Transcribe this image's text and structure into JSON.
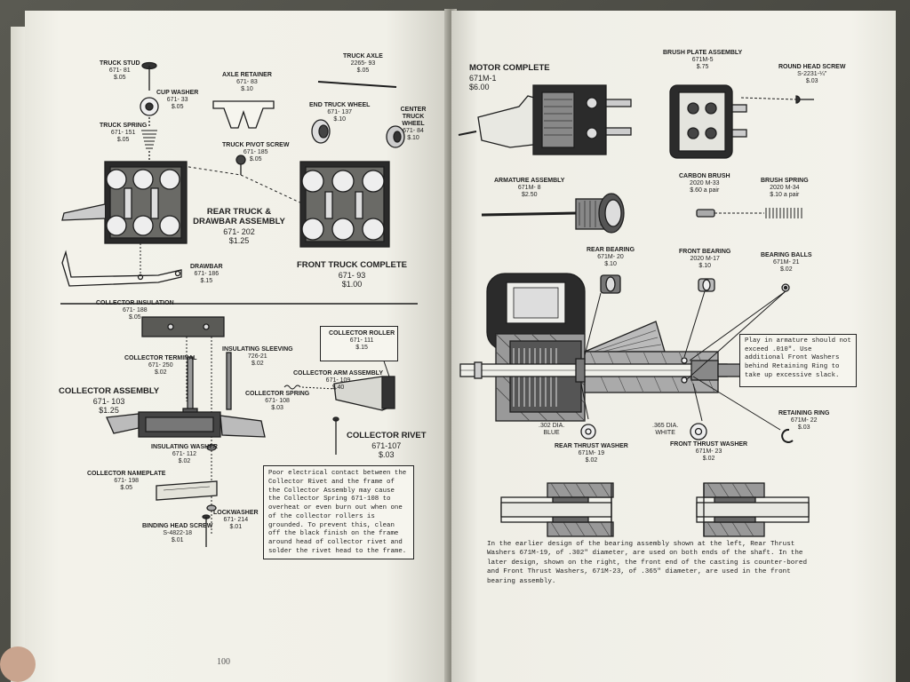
{
  "left_page": {
    "page_number": "100",
    "parts": {
      "truck_stud": {
        "name": "TRUCK STUD",
        "number": "671- 81",
        "price": "$.05"
      },
      "cup_washer": {
        "name": "CUP WASHER",
        "number": "671- 33",
        "price": "$.05"
      },
      "truck_spring": {
        "name": "TRUCK SPRING",
        "number": "671- 151",
        "price": "$.05"
      },
      "axle_retainer": {
        "name": "AXLE RETAINER",
        "number": "671- 83",
        "price": "$.10"
      },
      "truck_axle": {
        "name": "TRUCK AXLE",
        "number": "2265- 93",
        "price": "$.05"
      },
      "end_truck_wheel": {
        "name": "END TRUCK WHEEL",
        "number": "671- 137",
        "price": "$.10"
      },
      "center_truck_wheel": {
        "name": "CENTER TRUCK WHEEL",
        "number": "671- 84",
        "price": "$.10"
      },
      "truck_pivot_screw": {
        "name": "TRUCK PIVOT SCREW",
        "number": "671- 185",
        "price": "$.05"
      },
      "rear_truck_drawbar": {
        "name": "REAR TRUCK & DRAWBAR ASSEMBLY",
        "number": "671- 202",
        "price": "$1.25"
      },
      "drawbar": {
        "name": "DRAWBAR",
        "number": "671- 186",
        "price": "$.15"
      },
      "front_truck_complete": {
        "name": "FRONT TRUCK COMPLETE",
        "number": "671- 93",
        "price": "$1.00"
      },
      "collector_insulation": {
        "name": "COLLECTOR INSULATION",
        "number": "671- 188",
        "price": "$.05"
      },
      "insulating_sleeving": {
        "name": "INSULATING SLEEVING",
        "number": "726-21",
        "price": "$.02"
      },
      "collector_terminal": {
        "name": "COLLECTOR TERMINAL",
        "number": "671- 250",
        "price": "$.02"
      },
      "collector_roller": {
        "name": "COLLECTOR ROLLER",
        "number": "671- 111",
        "price": "$.15"
      },
      "collector_assembly": {
        "name": "COLLECTOR ASSEMBLY",
        "number": "671- 103",
        "price": "$1.25"
      },
      "collector_arm_assembly": {
        "name": "COLLECTOR ARM ASSEMBLY",
        "number": "671- 109",
        "price": "$.40"
      },
      "collector_spring": {
        "name": "COLLECTOR SPRING",
        "number": "671- 108",
        "price": "$.03"
      },
      "collector_rivet": {
        "name": "COLLECTOR RIVET",
        "number": "671-107",
        "price": "$.03"
      },
      "insulating_washer": {
        "name": "INSULATING WASHER",
        "number": "671- 112",
        "price": "$.02"
      },
      "collector_nameplate": {
        "name": "COLLECTOR NAMEPLATE",
        "number": "671- 198",
        "price": "$.05"
      },
      "lockwasher": {
        "name": "LOCKWASHER",
        "number": "671- 214",
        "price": "$.01"
      },
      "binding_head_screw": {
        "name": "BINDING HEAD SCREW",
        "number": "S-4822-18",
        "price": "$.01"
      }
    },
    "note": "Poor electrical contact between the Collector Rivet and the frame of the Collector Assembly may cause the Collector Spring 671-108 to overheat or even burn out when one of the collector rollers is grounded. To prevent this, clean off the black finish on the frame around head of collector rivet and solder the rivet head to the frame."
  },
  "right_page": {
    "parts": {
      "motor_complete": {
        "name": "MOTOR COMPLETE",
        "number": "671M-1",
        "price": "$6.00"
      },
      "brush_plate_assembly": {
        "name": "BRUSH PLATE ASSEMBLY",
        "number": "671M-5",
        "price": "$.75"
      },
      "round_head_screw": {
        "name": "ROUND HEAD SCREW",
        "number": "S-2231-¼\"",
        "price": "$.03"
      },
      "armature_assembly": {
        "name": "ARMATURE ASSEMBLY",
        "number": "671M- 8",
        "price": "$2.50"
      },
      "carbon_brush": {
        "name": "CARBON BRUSH",
        "number": "2020 M-33",
        "price": "$.60 a pair"
      },
      "brush_spring": {
        "name": "BRUSH SPRING",
        "number": "2020 M-34",
        "price": "$.10 a pair"
      },
      "rear_bearing": {
        "name": "REAR BEARING",
        "number": "671M- 20",
        "price": "$.10"
      },
      "front_bearing": {
        "name": "FRONT BEARING",
        "number": "2020 M-17",
        "price": "$.10"
      },
      "bearing_balls": {
        "name": "BEARING BALLS",
        "number": "671M- 21",
        "price": "$.02"
      },
      "retaining_ring": {
        "name": "RETAINING RING",
        "number": "671M- 22",
        "price": "$.03"
      },
      "rear_thrust_washer": {
        "name": "REAR THRUST WASHER",
        "number": "671M- 19",
        "price": "$.02"
      },
      "front_thrust_washer": {
        "name": "FRONT THRUST WASHER",
        "number": "671M- 23",
        "price": "$.02"
      }
    },
    "dia_302": {
      "size": ".302 DIA.",
      "color": "BLUE"
    },
    "dia_365": {
      "size": ".365 DIA.",
      "color": "WHITE"
    },
    "play_note": "Play in armature should not exceed .010\". Use additional Front Washers behind Retaining Ring to take up excessive slack.",
    "bottom_note": "In the earlier design of the bearing assembly shown at the left, Rear Thrust Washers 671M-19, of .302\" diameter, are used on both ends of the shaft. In the later design, shown on the right, the front end of the casting is counter-bored and Front Thrust Washers, 671M-23, of .365\" diameter, are used in the front bearing assembly."
  },
  "colors": {
    "paper": "#f2f1ea",
    "ink": "#1e1e1e",
    "background": "#4a4a44"
  }
}
